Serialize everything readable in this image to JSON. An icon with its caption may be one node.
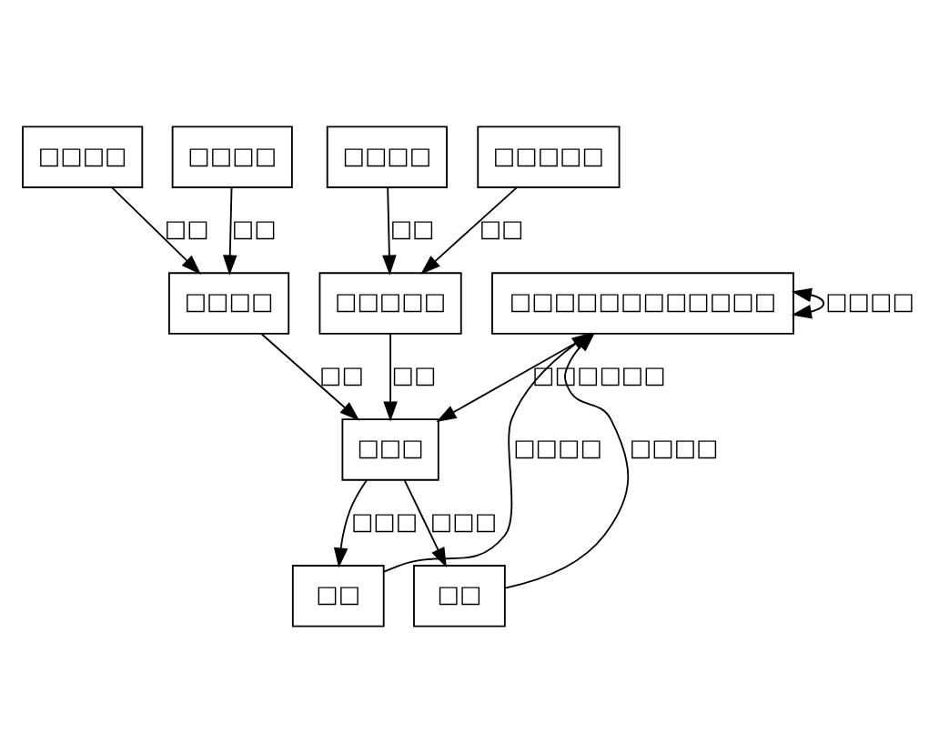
{
  "diagram": {
    "nodes": [
      {
        "text": [
          "□□□□"
        ]
      },
      {
        "text": [
          "□□□□"
        ]
      },
      {
        "text": [
          "□□□□"
        ]
      },
      {
        "text": [
          "□□□□□"
        ]
      },
      {
        "text": [
          "□□□□"
        ]
      },
      {
        "text": [
          "□□□□□"
        ]
      },
      {
        "text": [
          "□□□□□□□□□□□□"
        ]
      },
      {
        "text": [
          "□□□"
        ]
      },
      {
        "text": [
          "□□"
        ]
      },
      {
        "text": [
          "□□"
        ]
      }
    ],
    "edges": [
      {
        "from": 0,
        "to": 4,
        "arrow": "to",
        "label": "□□"
      },
      {
        "from": 1,
        "to": 4,
        "arrow": "to",
        "label": "□□"
      },
      {
        "from": 2,
        "to": 5,
        "arrow": "to",
        "label": "□□"
      },
      {
        "from": 3,
        "to": 5,
        "arrow": "to",
        "label": "□□"
      },
      {
        "from": 6,
        "to": 6,
        "arrow": "both",
        "label": "□□□□"
      },
      {
        "from": 4,
        "to": 7,
        "arrow": "to",
        "label": "□□"
      },
      {
        "from": 5,
        "to": 7,
        "arrow": "to",
        "label": "□□"
      },
      {
        "from": 6,
        "to": 7,
        "arrow": "to",
        "label": "□□□□□□"
      },
      {
        "from": 7,
        "to": 8,
        "arrow": "to",
        "label": "□□□"
      },
      {
        "from": 7,
        "to": 9,
        "arrow": "to",
        "label": "□□□"
      },
      {
        "from": 8,
        "to": 6,
        "arrow": "to",
        "label": "□□□□"
      },
      {
        "from": 9,
        "to": 6,
        "arrow": "to",
        "label": "□□□□"
      }
    ]
  }
}
